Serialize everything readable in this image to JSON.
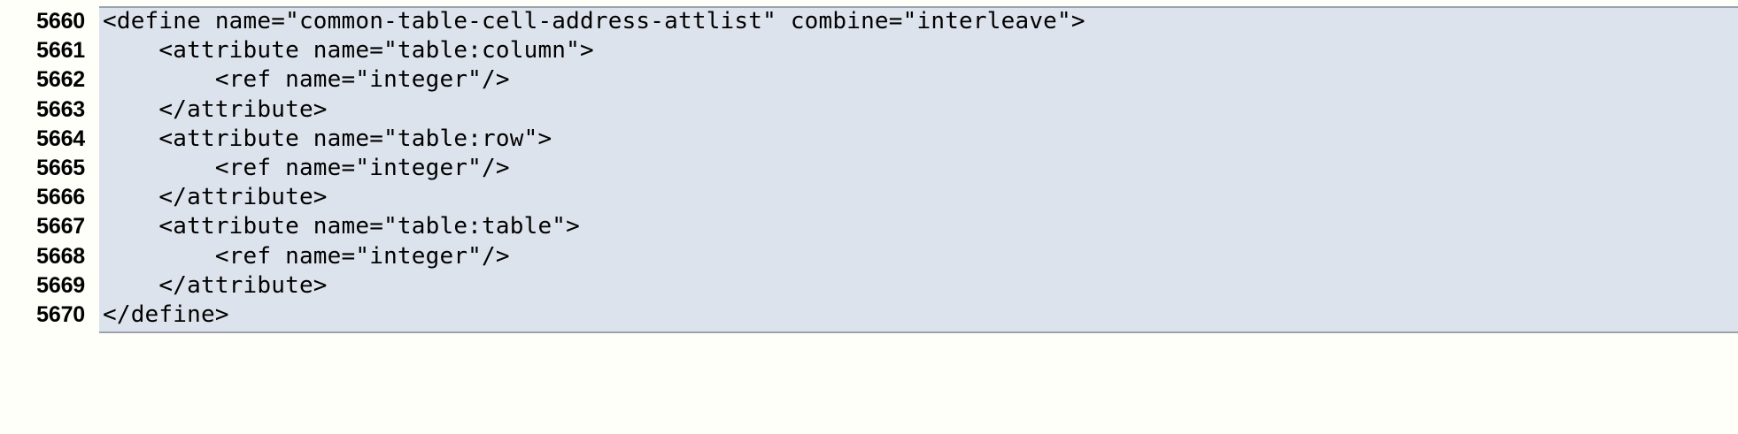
{
  "listing": {
    "language": "relaxng-xml",
    "background_color": "#dde3ec",
    "page_color": "#fefff8",
    "text_color": "#000000",
    "rule_color": "#9aa3ad",
    "lines": [
      {
        "number": "5660",
        "code": "<define name=\"common-table-cell-address-attlist\" combine=\"interleave\">"
      },
      {
        "number": "5661",
        "code": "    <attribute name=\"table:column\">"
      },
      {
        "number": "5662",
        "code": "        <ref name=\"integer\"/>"
      },
      {
        "number": "5663",
        "code": "    </attribute>"
      },
      {
        "number": "5664",
        "code": "    <attribute name=\"table:row\">"
      },
      {
        "number": "5665",
        "code": "        <ref name=\"integer\"/>"
      },
      {
        "number": "5666",
        "code": "    </attribute>"
      },
      {
        "number": "5667",
        "code": "    <attribute name=\"table:table\">"
      },
      {
        "number": "5668",
        "code": "        <ref name=\"integer\"/>"
      },
      {
        "number": "5669",
        "code": "    </attribute>"
      },
      {
        "number": "5670",
        "code": "</define>"
      }
    ]
  }
}
